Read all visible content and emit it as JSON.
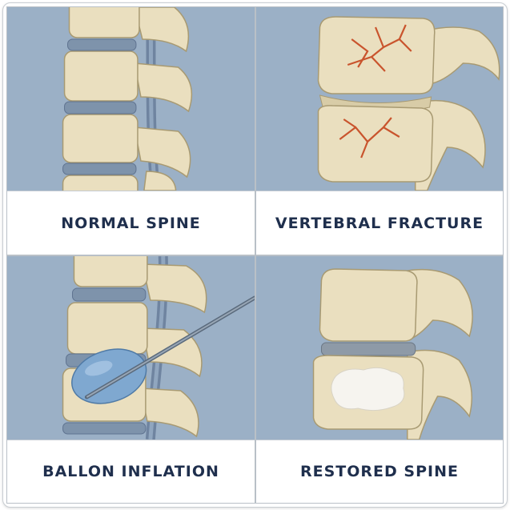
{
  "panels": [
    {
      "id": "normal",
      "label": "NORMAL SPINE"
    },
    {
      "id": "fracture",
      "label": "VERTEBRAL FRACTURE"
    },
    {
      "id": "balloon",
      "label": "BALLON INFLATION"
    },
    {
      "id": "restored",
      "label": "RESTORED SPINE"
    }
  ],
  "colors": {
    "background": "#9bb0c6",
    "bone": "#eadfbf",
    "bone_outline": "#a89a72",
    "disc": "#7e93ab",
    "fracture": "#c9542d",
    "balloon": "#7fa8d0",
    "cement": "#f6f4ef",
    "caption_text": "#1f2f4d"
  }
}
